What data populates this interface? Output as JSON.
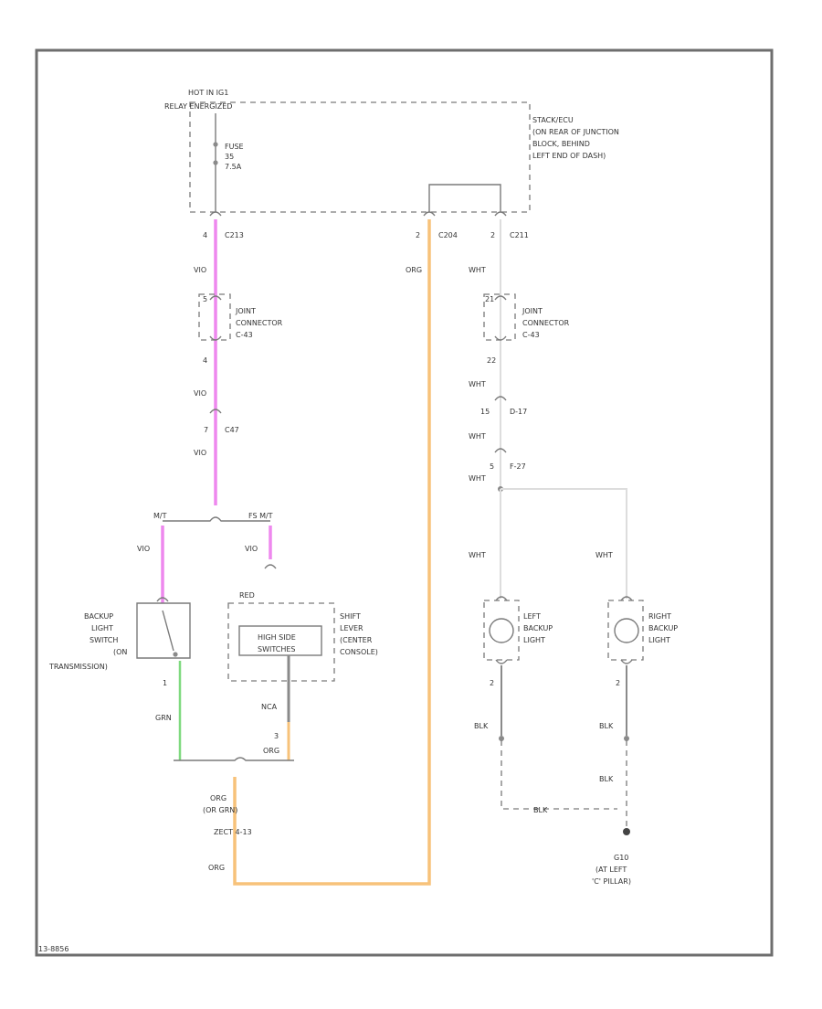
{
  "colors": {
    "violet": "#ee88ee",
    "orange": "#f7c27a",
    "green": "#7fd97f",
    "white": "#dddddd",
    "black": "#8a8a8a",
    "frame": "#6e6e6e"
  },
  "labels": {
    "hot_in": "HOT IN IG1",
    "relay": "RELAY ENERGIZED",
    "fuse1": "FUSE",
    "fuse2": "35",
    "fuse3": "7.5A",
    "jb1": "STACK/ECU",
    "jb2": "(ON REAR OF JUNCTION",
    "jb3": "BLOCK, BEHIND",
    "jb4": "LEFT END OF DASH)",
    "pin4": "4",
    "c_c213": "C213",
    "pin_left2": "2",
    "c_c204": "C204",
    "pin_right2": "2",
    "c_c211": "C211",
    "w_vio_1": "VIO",
    "w_org_top": "ORG",
    "w_wht_1": "WHT",
    "jc_l_pin": "5",
    "jc_l_1": "JOINT",
    "jc_l_2": "CONNECTOR",
    "jc_l_3": "C-43",
    "jc_l_pin2": "4",
    "jc_r_pin": "21",
    "jc_r_1": "JOINT",
    "jc_r_2": "CONNECTOR",
    "jc_r_3": "C-43",
    "jc_r_pin2": "22",
    "w_vio_2": "VIO",
    "w_wht_2": "WHT",
    "c47_pin": "7",
    "c47": "C47",
    "c17_pin": "15",
    "c17": "D-17",
    "w_vio_3": "VIO",
    "w_wht_3": "WHT",
    "f27_pin": "5",
    "f27": "F-27",
    "w_wht_4": "WHT",
    "mt": "M/T",
    "fs_mt": "FS M/T",
    "w_vio_4": "VIO",
    "w_vio_5": "VIO",
    "w_wht_5": "WHT",
    "w_wht_6": "WHT",
    "sw_1": "BACKUP",
    "sw_2": "LIGHT",
    "sw_3": "SWITCH",
    "sw_4": "(ON",
    "sw_5": "TRANSMISSION)",
    "sw_pin": "1",
    "red_lbl": "RED",
    "hss_1": "HIGH SIDE",
    "hss_2": "SWITCHES",
    "shift_1": "SHIFT",
    "shift_2": "LEVER",
    "shift_3": "(CENTER",
    "shift_4": "CONSOLE)",
    "lbl_lt1": "LEFT",
    "lbl_lt2": "BACKUP",
    "lbl_lt3": "LIGHT",
    "lbl_rt1": "RIGHT",
    "lbl_rt2": "BACKUP",
    "lbl_rt3": "LIGHT",
    "lamp_l_pin": "2",
    "lamp_r_pin": "2",
    "w_grn": "GRN",
    "w_nca": "NCA",
    "pin_3": "3",
    "w_org_b1": "ORG",
    "w_blk_1": "BLK",
    "w_blk_2": "BLK",
    "w_blk_3": "BLK",
    "w_org_2": "ORG",
    "w_or_grn": "(OR GRN)",
    "cell_ref": "ZECT 4-13",
    "w_org_3": "ORG",
    "blk_mid": "BLK",
    "gnd_1": "G10",
    "gnd_2": "(AT LEFT",
    "gnd_3": "'C' PILLAR)",
    "fig_code": "13-8856"
  }
}
